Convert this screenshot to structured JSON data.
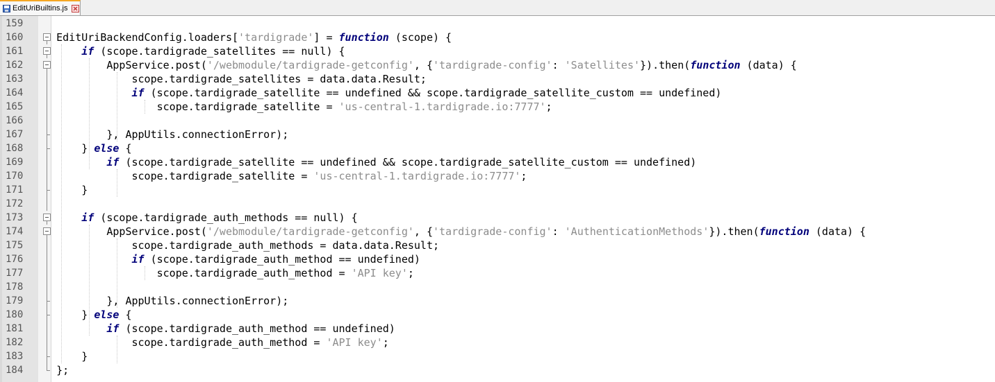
{
  "tab": {
    "label": "EditUriBuiltins.js"
  },
  "lines": [
    {
      "n": "159",
      "code": []
    },
    {
      "n": "160",
      "code": [
        {
          "t": "    EditUriBackendConfig.loaders["
        },
        {
          "t": "'tardigrade'",
          "c": "str"
        },
        {
          "t": "] = "
        },
        {
          "t": "function",
          "c": "kwb"
        },
        {
          "t": " (scope) {"
        }
      ]
    },
    {
      "n": "161",
      "code": [
        {
          "t": "        "
        },
        {
          "t": "if",
          "c": "kwb"
        },
        {
          "t": " (scope.tardigrade_satellites == null) {"
        }
      ]
    },
    {
      "n": "162",
      "code": [
        {
          "t": "            AppService.post("
        },
        {
          "t": "'/webmodule/tardigrade-getconfig'",
          "c": "str"
        },
        {
          "t": ", {"
        },
        {
          "t": "'tardigrade-config'",
          "c": "str"
        },
        {
          "t": ": "
        },
        {
          "t": "'Satellites'",
          "c": "str"
        },
        {
          "t": "}).then("
        },
        {
          "t": "function",
          "c": "kwb"
        },
        {
          "t": " (data) {"
        }
      ]
    },
    {
      "n": "163",
      "code": [
        {
          "t": "                scope.tardigrade_satellites = data.data.Result;"
        }
      ]
    },
    {
      "n": "164",
      "code": [
        {
          "t": "                "
        },
        {
          "t": "if",
          "c": "kwb"
        },
        {
          "t": " (scope.tardigrade_satellite == undefined && scope.tardigrade_satellite_custom == undefined)"
        }
      ]
    },
    {
      "n": "165",
      "code": [
        {
          "t": "                    scope.tardigrade_satellite = "
        },
        {
          "t": "'us-central-1.tardigrade.io:7777'",
          "c": "str"
        },
        {
          "t": ";"
        }
      ]
    },
    {
      "n": "166",
      "code": []
    },
    {
      "n": "167",
      "code": [
        {
          "t": "            }, AppUtils.connectionError);"
        }
      ]
    },
    {
      "n": "168",
      "code": [
        {
          "t": "        } "
        },
        {
          "t": "else",
          "c": "kwb"
        },
        {
          "t": " {"
        }
      ]
    },
    {
      "n": "169",
      "code": [
        {
          "t": "            "
        },
        {
          "t": "if",
          "c": "kwb"
        },
        {
          "t": " (scope.tardigrade_satellite == undefined && scope.tardigrade_satellite_custom == undefined)"
        }
      ]
    },
    {
      "n": "170",
      "code": [
        {
          "t": "                scope.tardigrade_satellite = "
        },
        {
          "t": "'us-central-1.tardigrade.io:7777'",
          "c": "str"
        },
        {
          "t": ";"
        }
      ]
    },
    {
      "n": "171",
      "code": [
        {
          "t": "        }"
        }
      ]
    },
    {
      "n": "172",
      "code": []
    },
    {
      "n": "173",
      "code": [
        {
          "t": "        "
        },
        {
          "t": "if",
          "c": "kwb"
        },
        {
          "t": " (scope.tardigrade_auth_methods == null) {"
        }
      ]
    },
    {
      "n": "174",
      "code": [
        {
          "t": "            AppService.post("
        },
        {
          "t": "'/webmodule/tardigrade-getconfig'",
          "c": "str"
        },
        {
          "t": ", {"
        },
        {
          "t": "'tardigrade-config'",
          "c": "str"
        },
        {
          "t": ": "
        },
        {
          "t": "'AuthenticationMethods'",
          "c": "str"
        },
        {
          "t": "}).then("
        },
        {
          "t": "function",
          "c": "kwb"
        },
        {
          "t": " (data) {"
        }
      ]
    },
    {
      "n": "175",
      "code": [
        {
          "t": "                scope.tardigrade_auth_methods = data.data.Result;"
        }
      ]
    },
    {
      "n": "176",
      "code": [
        {
          "t": "                "
        },
        {
          "t": "if",
          "c": "kwb"
        },
        {
          "t": " (scope.tardigrade_auth_method == undefined)"
        }
      ]
    },
    {
      "n": "177",
      "code": [
        {
          "t": "                    scope.tardigrade_auth_method = "
        },
        {
          "t": "'API key'",
          "c": "str"
        },
        {
          "t": ";"
        }
      ]
    },
    {
      "n": "178",
      "code": []
    },
    {
      "n": "179",
      "code": [
        {
          "t": "            }, AppUtils.connectionError);"
        }
      ]
    },
    {
      "n": "180",
      "code": [
        {
          "t": "        } "
        },
        {
          "t": "else",
          "c": "kwb"
        },
        {
          "t": " {"
        }
      ]
    },
    {
      "n": "181",
      "code": [
        {
          "t": "            "
        },
        {
          "t": "if",
          "c": "kwb"
        },
        {
          "t": " (scope.tardigrade_auth_method == undefined)"
        }
      ]
    },
    {
      "n": "182",
      "code": [
        {
          "t": "                scope.tardigrade_auth_method = "
        },
        {
          "t": "'API key'",
          "c": "str"
        },
        {
          "t": ";"
        }
      ]
    },
    {
      "n": "183",
      "code": [
        {
          "t": "        }"
        }
      ]
    },
    {
      "n": "184",
      "code": [
        {
          "t": "    };"
        }
      ]
    }
  ],
  "folds": {
    "160": "open",
    "161": "open",
    "162": "open",
    "173": "open",
    "174": "open"
  },
  "colors": {
    "keyword": "#00007a",
    "string": "#8c8c8c",
    "gutter": "#e4e4e4"
  }
}
